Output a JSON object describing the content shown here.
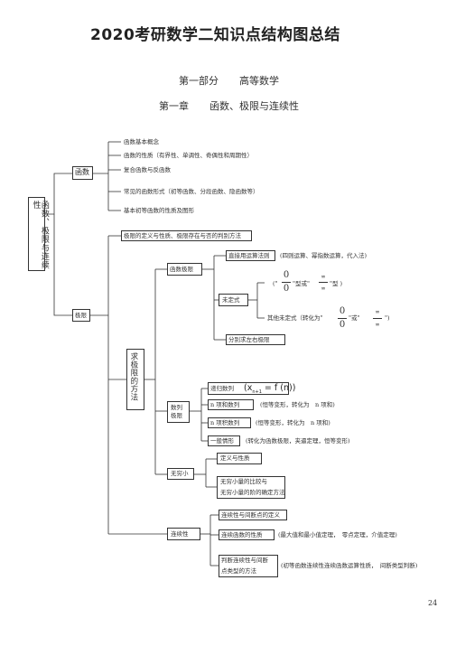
{
  "title": "2020考研数学二知识点结构图总结",
  "part": {
    "label": "第一部分",
    "name": "高等数学"
  },
  "chapter": {
    "label": "第一章",
    "name": "函数、极限与连续性"
  },
  "root": "函数、极限与连续性",
  "functions": {
    "label": "函数",
    "items": [
      "函数基本概念",
      "函数的性质（有界性、单调性、奇偶性和周期性）",
      "复合函数与反函数",
      "常见的函数形式（初等函数、分段函数、隐函数等）",
      "基本初等函数的性质及图形"
    ]
  },
  "limits": {
    "label": "极限",
    "definition": "极限的定义与性质、极限存在与否的判别方法",
    "methods_label": "求极限的方法",
    "function_limit": {
      "label": "函数极限",
      "direct": "直接用运算法则",
      "direct_note": "(四则运算、幂指数运算，代入法)",
      "indeterminate": "未定式",
      "type1": {
        "open": "(\"",
        "num": "0",
        "den": "0",
        "mid": "\"型或\"",
        "num2": "∞",
        "den2": "∞",
        "close": "\"型 )"
      },
      "other_indeterminate": "其他未定式（转化为\"",
      "other_num": "0",
      "other_den": "0",
      "other_mid": "\"或\"",
      "other_num2": "∞",
      "other_den2": "∞",
      "other_close": "\")",
      "one_sided": "分别求左右极限"
    },
    "sequence_limit": {
      "label": "数列极限",
      "recursive": "递归数列",
      "recursive_formula": "(x",
      "recursive_sub": "n+1",
      "recursive_rest": " = f (n))",
      "n_sum": "n 项和数列",
      "n_sum_note": "(恒等变形，转化为　n 项和)",
      "n_prod": "n 项积数列",
      "n_prod_note": "(恒等变形，转化为　n 项和)",
      "general": "一般情形",
      "general_note": "(转化为函数极限，夹逼定理，恒等变形)"
    },
    "infinitesimal": {
      "label": "无穷小",
      "def": "定义与性质",
      "compare_1": "无穷小量的比较与",
      "compare_2": "无穷小量的阶的确定方法"
    }
  },
  "continuity": {
    "label": "连续性",
    "def": "连续性与间断点的定义",
    "properties": "连续函数的性质",
    "properties_note": "(最大值和最小值定理，　零点定理，介值定理)",
    "judge_1": "判断连续性与间断",
    "judge_2": "点类型的方法",
    "judge_note": "(初等函数连续性连续函数运算性质，　间断类型判断)"
  },
  "page_number": "24"
}
